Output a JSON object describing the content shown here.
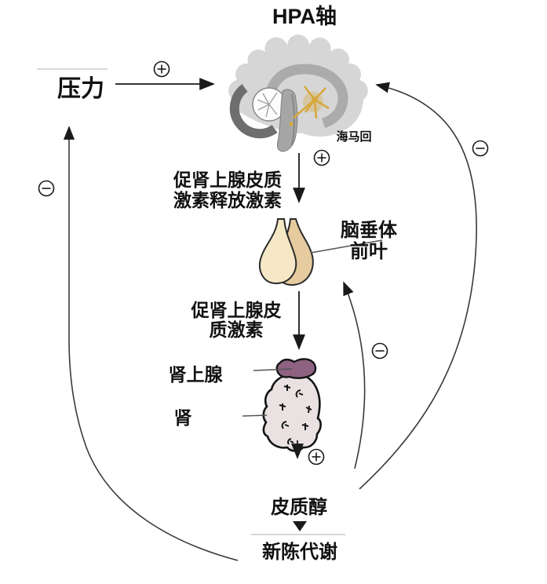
{
  "title": "HPA轴",
  "labels": {
    "stress": "压力",
    "hippocampus": "海马回",
    "crh_line1": "促肾上腺皮质",
    "crh_line2": "激素释放激素",
    "pituitary_line1": "脑垂体",
    "pituitary_line2": "前叶",
    "acth_line1": "促肾上腺皮",
    "acth_line2": "质激素",
    "adrenal_gland": "肾上腺",
    "kidney": "肾",
    "cortisol": "皮质醇",
    "metabolism": "新陈代谢"
  },
  "signs": {
    "positive": "+",
    "negative": "−"
  },
  "edges": [
    {
      "from": "stress",
      "to": "brain",
      "sign": "positive"
    },
    {
      "from": "brain",
      "to": "pituitary",
      "label": "促肾上腺皮质激素释放激素",
      "sign": "positive"
    },
    {
      "from": "pituitary",
      "to": "adrenal_gland",
      "label": "促肾上腺皮质激素"
    },
    {
      "from": "adrenal_gland",
      "to": "cortisol",
      "sign": "positive"
    },
    {
      "from": "cortisol",
      "to": "metabolism"
    },
    {
      "from": "metabolism",
      "to": "stress",
      "sign": "negative"
    },
    {
      "from": "cortisol",
      "to": "pituitary",
      "sign": "negative"
    },
    {
      "from": "cortisol",
      "to": "brain",
      "sign": "negative"
    }
  ],
  "colors": {
    "text": "#111111",
    "arrow": "#1a1a1a",
    "brain_gray": "#d6d6d6",
    "brain_dark": "#6e6e6e",
    "limbic_gray": "#ababab",
    "stem_gray": "#a6a6a6",
    "cerebellum_white": "#fcfcfc",
    "highlight_gold": "#d7a83e",
    "pituitary_front": "#f6e8c6",
    "pituitary_back": "#e5cb9e",
    "kidney_fill": "#eae2e2",
    "adrenal_purple": "#8e6280"
  }
}
